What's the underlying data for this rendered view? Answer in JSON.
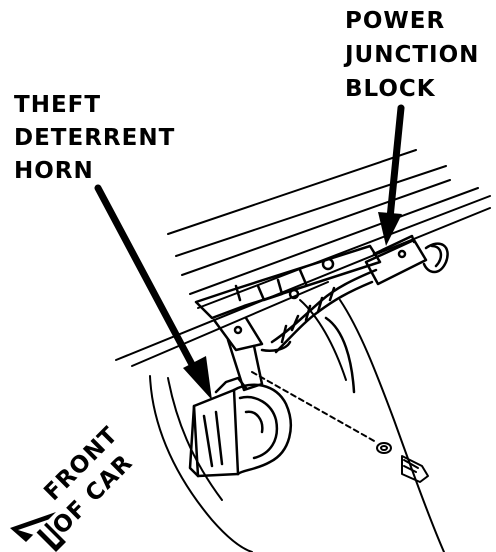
{
  "labels": {
    "power_junction_block": [
      "POWER",
      "JUNCTION",
      "BLOCK"
    ],
    "theft_deterrent_horn": [
      "THEFT",
      "DETERRENT",
      "HORN"
    ],
    "front_of_car": [
      "FRONT",
      "OF CAR"
    ]
  },
  "colors": {
    "ink": "#000000",
    "paper": "#ffffff"
  }
}
